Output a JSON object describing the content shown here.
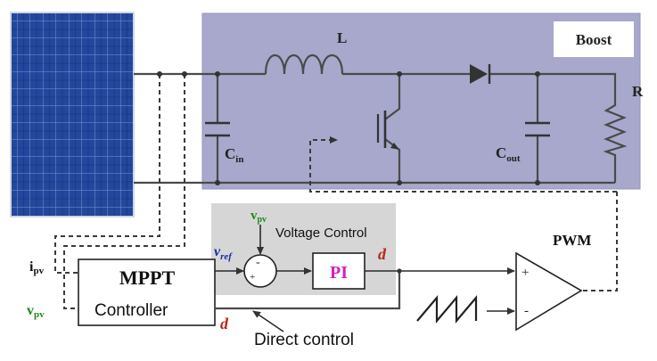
{
  "boost": {
    "title": "Boost"
  },
  "components": {
    "inductor": "L",
    "resistor": "R",
    "cin_main": "C",
    "cin_sub": "in",
    "cout_main": "C",
    "cout_sub": "out"
  },
  "signals": {
    "ipv_main": "i",
    "ipv_sub": "pv",
    "vpv_main": "v",
    "vpv_sub": "pv",
    "vpv_top_main": "v",
    "vpv_top_sub": "pv",
    "vref_main": "v",
    "vref_sub": "ref",
    "d_pi": "d",
    "d_direct": "d",
    "pwm": "PWM"
  },
  "blocks": {
    "voltage_control": "Voltage Control",
    "pi": "PI",
    "mppt_line1": "MPPT",
    "mppt_line2": "Controller",
    "direct_control": "Direct control"
  },
  "summing": {
    "plus": "+",
    "minus": "-"
  },
  "comparator": {
    "plus": "+",
    "minus": "-"
  },
  "colors": {
    "boost_fill": "#a8a8cc",
    "vc_fill": "#d6d6d6",
    "pi_text": "#d21ec8",
    "signal_green": "#1a8a1a",
    "signal_blue": "#1a2aa8",
    "signal_red": "#c0201a",
    "panel_blue": "#1d3a8a"
  }
}
